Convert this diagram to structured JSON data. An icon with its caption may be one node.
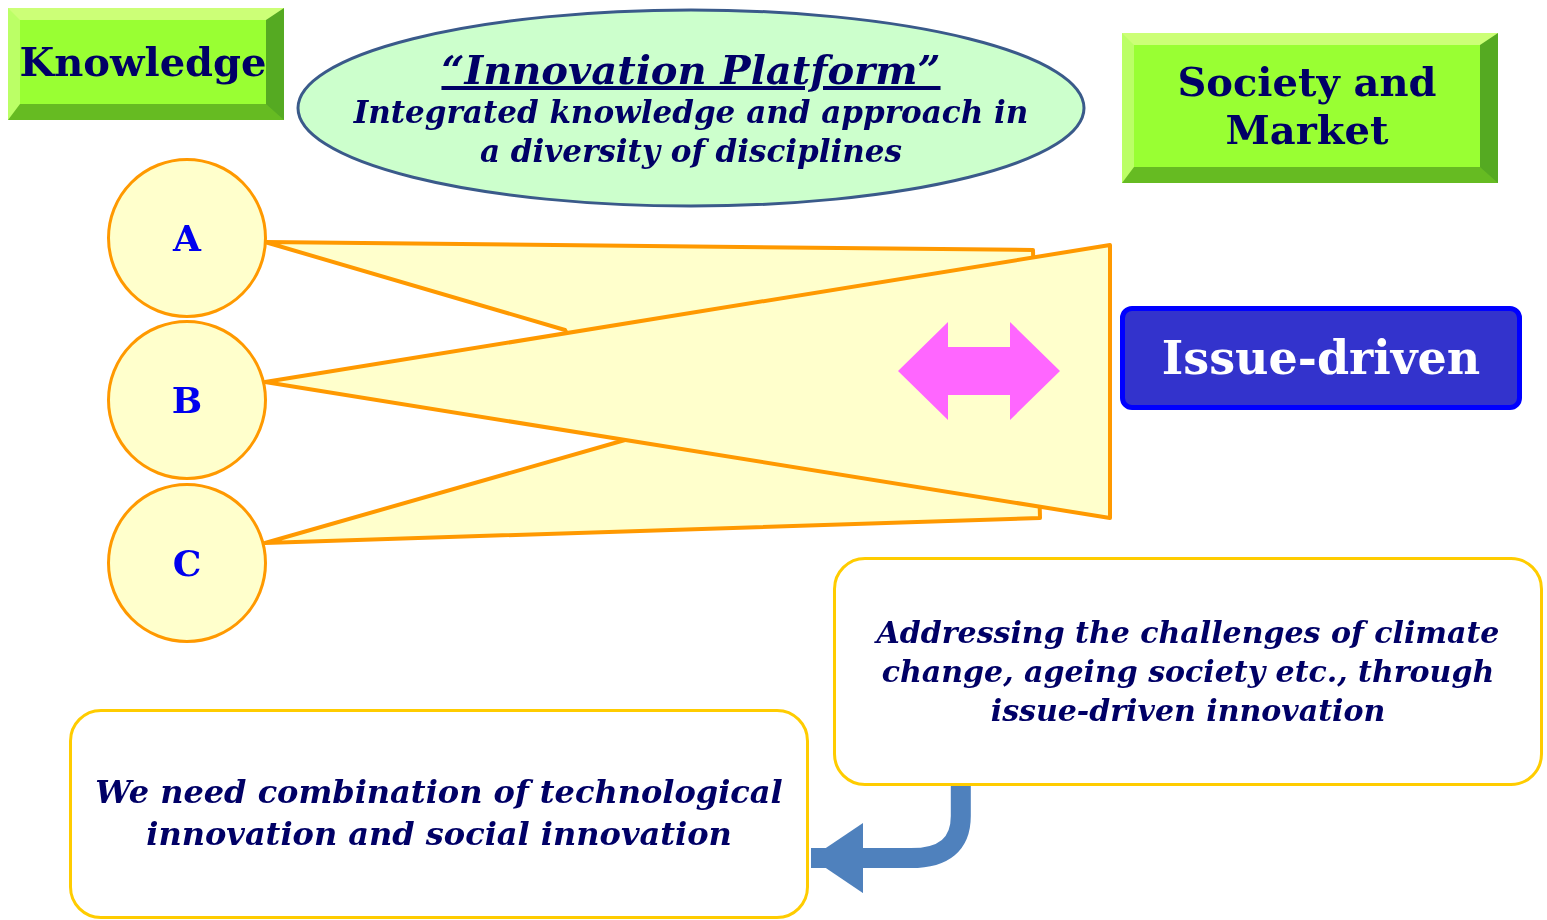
{
  "diagram": {
    "nodes": [
      {
        "text": [
          "Knowledge"
        ]
      },
      {
        "text": [
          "“Innovation Platform”",
          "Integrated knowledge and approach in a diversity of disciplines"
        ]
      },
      {
        "text": [
          "Society and Market"
        ]
      },
      {
        "text": [
          "A"
        ]
      },
      {
        "text": [
          "B"
        ]
      },
      {
        "text": [
          "C"
        ]
      },
      {
        "text": [
          "Issue-driven"
        ]
      },
      {
        "text": [
          "Addressing the challenges of climate change, ageing society etc., through issue-driven innovation"
        ]
      },
      {
        "text": [
          "We need combination of technological innovation and social innovation"
        ]
      }
    ],
    "edges": [
      {
        "from": 7,
        "to": 8,
        "arrow": "to"
      }
    ]
  }
}
